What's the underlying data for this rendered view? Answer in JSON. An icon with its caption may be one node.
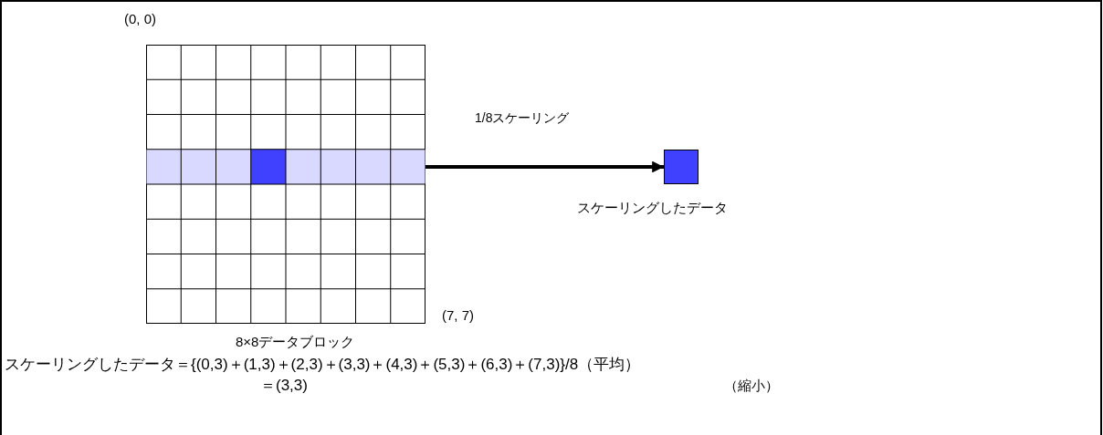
{
  "diagram": {
    "nodes": [
      {
        "text": [],
        "shape": "box",
        "beside": [
          "(0, 0)",
          "(7, 7)",
          "8×8データブロック"
        ]
      },
      {
        "text": [],
        "shape": "box",
        "beside": [
          "スケーリングしたデータ"
        ]
      }
    ],
    "edges": [
      {
        "from": 0,
        "to": 1,
        "arrow": "to",
        "label": "1/8スケーリング"
      }
    ],
    "labels": [
      "スケーリングしたデータ＝{(0,3)＋(1,3)＋(2,3)＋(3,3)＋(4,3)＋(5,3)＋(6,3)＋(7,3)}/8（平均）",
      "＝(3,3)",
      "（縮小）"
    ]
  }
}
